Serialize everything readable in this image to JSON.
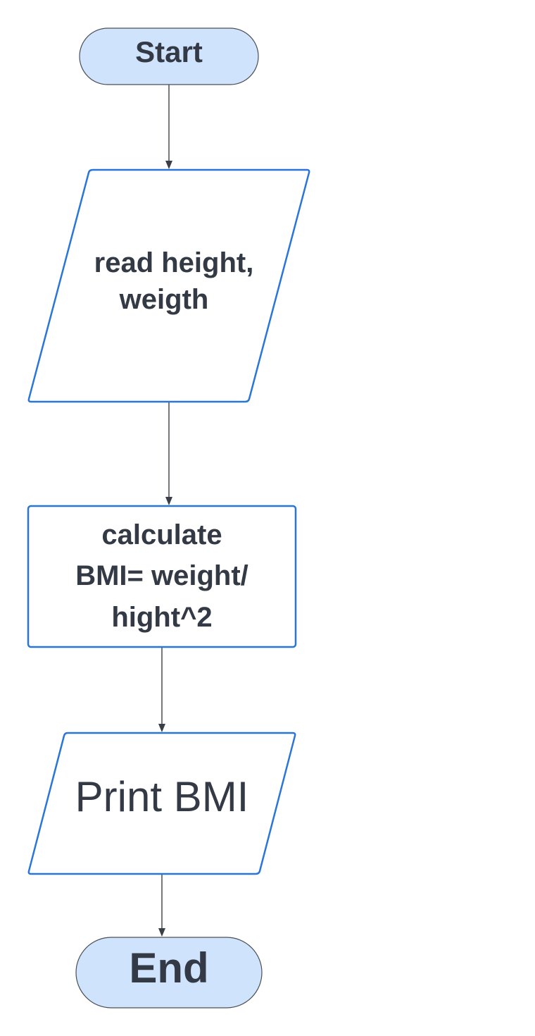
{
  "diagram": {
    "nodes": [
      {
        "id": "start",
        "shape": "terminator",
        "label": "Start",
        "fill": "#cfe3fc",
        "stroke": "#4a4f57"
      },
      {
        "id": "input",
        "shape": "parallelogram",
        "lines": [
          "read height,",
          "weigth"
        ],
        "fill": "#ffffff",
        "stroke": "#2a76d8"
      },
      {
        "id": "calc",
        "shape": "rectangle",
        "lines": [
          "calculate",
          "BMI= weight/",
          "hight^2"
        ],
        "fill": "#ffffff",
        "stroke": "#2a76d8"
      },
      {
        "id": "output",
        "shape": "parallelogram",
        "label": "Print BMI",
        "fill": "#ffffff",
        "stroke": "#2a76d8"
      },
      {
        "id": "end",
        "shape": "terminator",
        "label": "End",
        "fill": "#cfe3fc",
        "stroke": "#4a4f57"
      }
    ],
    "edges": [
      {
        "from": "start",
        "to": "input"
      },
      {
        "from": "input",
        "to": "calc"
      },
      {
        "from": "calc",
        "to": "output"
      },
      {
        "from": "output",
        "to": "end"
      }
    ]
  }
}
